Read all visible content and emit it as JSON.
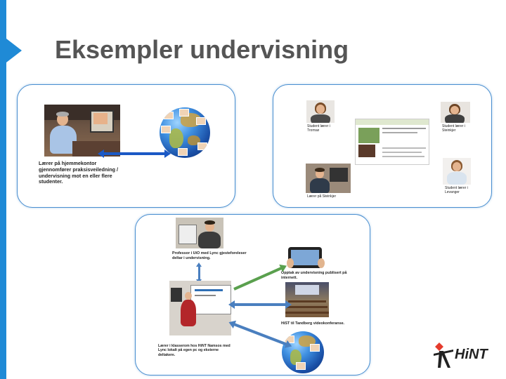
{
  "slide": {
    "title": "Eksempler undervisning",
    "accent_color": "#1f8ad6",
    "arrow_color": "#1b59c5",
    "panel_border_color": "#4a8fd0"
  },
  "panel_1": {
    "caption": "Lærer på hjemmekontor gjennomfører praksisveiledning / undervisning mot en eller flere studenter."
  },
  "panel_2": {
    "caption_top_left": "Student lærer i Tromsø",
    "caption_top_right": "Student lærer i Steinkjer",
    "caption_bottom_left": "Lærer på Steinkjer",
    "caption_bottom_right": "Student lærer i Levanger"
  },
  "panel_3": {
    "caption_professor": "Professor i UiO med Lync gjesteforeleser deltar i undervisning.",
    "caption_recording": "Opptak av undervisning publisert på internett.",
    "caption_videoconf": "HiST til Tandberg videokonferanse.",
    "caption_teacher": "Lærer i klasserom hos HiNT Namsos med Lync lokalt på egen pc og eksterne deltakere."
  },
  "logo": {
    "text": "HiNT",
    "icon": "hint-logo-figure-icon"
  }
}
